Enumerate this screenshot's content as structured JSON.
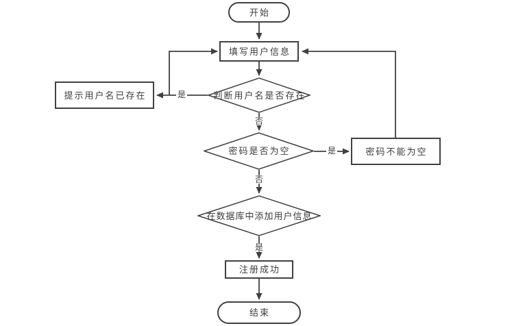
{
  "diagram": {
    "type": "flowchart",
    "colors": {
      "line": "#404040",
      "text": "#3d3d3d",
      "background": "#ffffff",
      "node_fill": "#ffffff"
    },
    "nodes": [
      {
        "id": "start",
        "type": "stadium",
        "label": "开始"
      },
      {
        "id": "fill-info",
        "type": "rect",
        "label": "填写用户信息"
      },
      {
        "id": "check-username",
        "type": "diamond",
        "label": "判断用户名是否存在"
      },
      {
        "id": "username-exists",
        "type": "rect",
        "label": "提示用户名已存在"
      },
      {
        "id": "check-password",
        "type": "diamond",
        "label": "密码是否为空"
      },
      {
        "id": "password-empty",
        "type": "rect",
        "label": "密码不能为空"
      },
      {
        "id": "add-db",
        "type": "diamond",
        "label": "在数据库中添加用户信息"
      },
      {
        "id": "register-success",
        "type": "rect",
        "label": "注册成功"
      },
      {
        "id": "end",
        "type": "stadium",
        "label": "结束"
      }
    ],
    "edges": [
      {
        "from": "start",
        "to": "fill-info",
        "label": ""
      },
      {
        "from": "fill-info",
        "to": "check-username",
        "label": ""
      },
      {
        "from": "check-username",
        "to": "username-exists",
        "label": "是"
      },
      {
        "from": "username-exists",
        "to": "fill-info",
        "label": ""
      },
      {
        "from": "check-username",
        "to": "check-password",
        "label": "否"
      },
      {
        "from": "check-password",
        "to": "password-empty",
        "label": "是"
      },
      {
        "from": "password-empty",
        "to": "fill-info",
        "label": ""
      },
      {
        "from": "check-password",
        "to": "add-db",
        "label": "否"
      },
      {
        "from": "add-db",
        "to": "register-success",
        "label": "是"
      },
      {
        "from": "register-success",
        "to": "end",
        "label": ""
      }
    ]
  }
}
